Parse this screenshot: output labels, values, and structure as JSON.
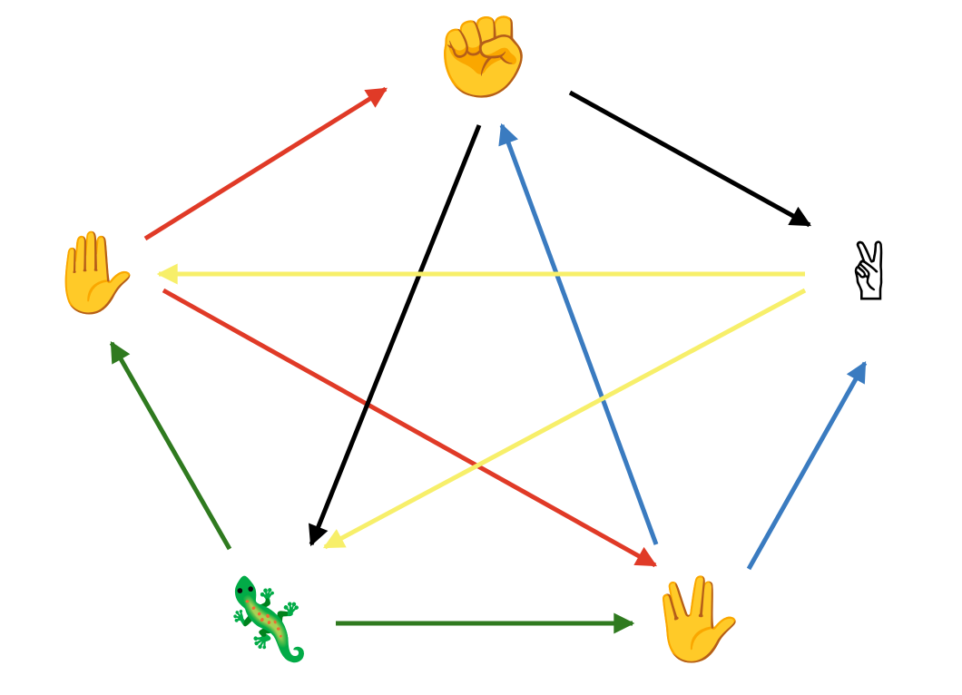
{
  "nodes": [
    {
      "id": "rock",
      "icon": "fist-icon",
      "glyph": "✊"
    },
    {
      "id": "scissors",
      "icon": "victory-hand-icon",
      "glyph": "✌"
    },
    {
      "id": "spock",
      "icon": "vulcan-salute-icon",
      "glyph": "🖖"
    },
    {
      "id": "lizard",
      "icon": "lizard-icon",
      "glyph": "🦎"
    },
    {
      "id": "paper",
      "icon": "raised-hand-icon",
      "glyph": "✋"
    }
  ],
  "edges": [
    {
      "from": "paper",
      "to": "rock",
      "color": "#e03a27"
    },
    {
      "from": "paper",
      "to": "spock",
      "color": "#e03a27"
    },
    {
      "from": "rock",
      "to": "scissors",
      "color": "#000000"
    },
    {
      "from": "rock",
      "to": "lizard",
      "color": "#000000"
    },
    {
      "from": "spock",
      "to": "rock",
      "color": "#3a7bc0"
    },
    {
      "from": "spock",
      "to": "scissors",
      "color": "#3a7bc0"
    },
    {
      "from": "scissors",
      "to": "paper",
      "color": "#f7ef6a"
    },
    {
      "from": "scissors",
      "to": "lizard",
      "color": "#f7ef6a"
    },
    {
      "from": "lizard",
      "to": "paper",
      "color": "#2f7a1f"
    },
    {
      "from": "lizard",
      "to": "spock",
      "color": "#2f7a1f"
    }
  ]
}
